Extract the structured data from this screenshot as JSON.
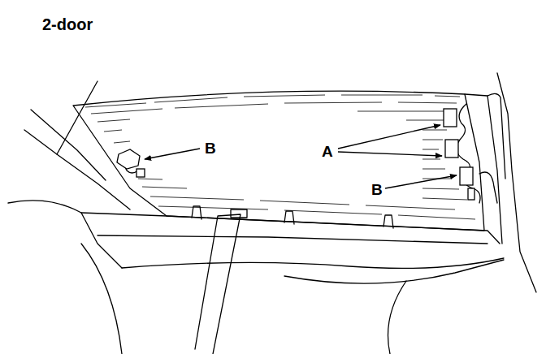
{
  "diagram": {
    "title": "2-door",
    "labels": [
      "B",
      "A",
      "B"
    ]
  }
}
